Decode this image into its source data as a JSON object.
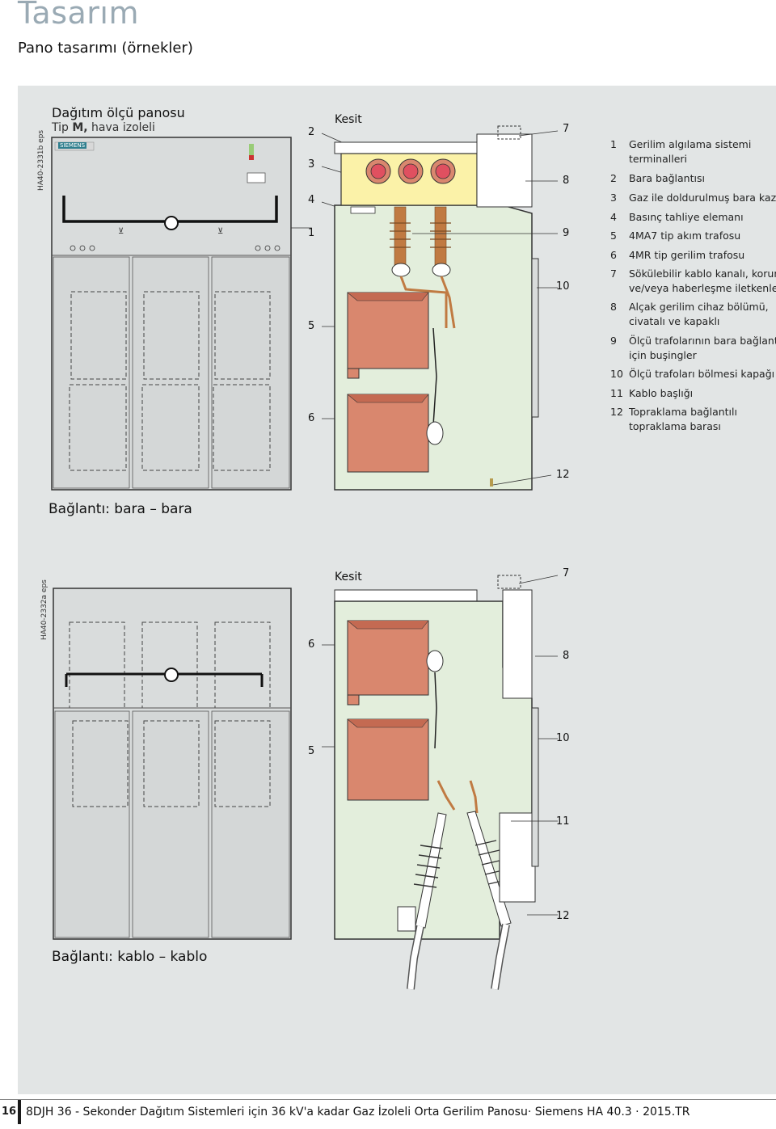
{
  "header": {
    "title": "Tasarım",
    "subtitle": "Pano tasarımı (örnekler)"
  },
  "diagram1": {
    "title": "Dağıtım ölçü panosu",
    "type_prefix": "Tip ",
    "type_bold": "M,",
    "type_suffix": " hava izoleli",
    "file_label": "HA40-2331b eps",
    "brand": "SIEMENS",
    "section_label": "Kesit",
    "caption": "Bağlantı: bara – bara",
    "callouts_left": [
      "2",
      "3",
      "4",
      "1",
      "5",
      "6"
    ],
    "callouts_right": [
      "7",
      "8",
      "9",
      "10",
      "12"
    ]
  },
  "diagram2": {
    "file_label": "HA40-2332a eps",
    "section_label": "Kesit",
    "caption": "Bağlantı: kablo – kablo",
    "callouts_left": [
      "6",
      "5"
    ],
    "callouts_right": [
      "7",
      "8",
      "10",
      "11",
      "12"
    ]
  },
  "legend": [
    {
      "num": "1",
      "text": "Gerilim algılama sistemi terminalleri"
    },
    {
      "num": "2",
      "text": "Bara bağlantısı"
    },
    {
      "num": "3",
      "text": "Gaz ile doldurulmuş bara kazanı"
    },
    {
      "num": "4",
      "text": "Basınç tahliye elemanı"
    },
    {
      "num": "5",
      "text": "4MA7 tip akım trafosu"
    },
    {
      "num": "6",
      "text": "4MR tip gerilim trafosu"
    },
    {
      "num": "7",
      "text": "Sökülebilir kablo kanalı, koruma ve/veya haberleşme iletkenleri"
    },
    {
      "num": "8",
      "text": "Alçak gerilim cihaz bölümü, civatalı ve kapaklı"
    },
    {
      "num": "9",
      "text": "Ölçü trafolarının bara bağlantısı için buşingler"
    },
    {
      "num": "10",
      "text": "Ölçü trafoları bölmesi kapağı"
    },
    {
      "num": "11",
      "text": "Kablo başlığı"
    },
    {
      "num": "12",
      "text": "Topraklama bağlantılı topraklama barası"
    }
  ],
  "footer": {
    "page": "16",
    "text": "8DJH 36 - Sekonder Dağıtım Sistemleri için 36 kV'a kadar Gaz İzoleli Orta Gerilim Panosu· Siemens HA 40.3 · 2015.TR"
  },
  "colors": {
    "panel_bg": "#e2e5e5",
    "front_fill": "#d9dcdc",
    "section_fill": "#e3eedc",
    "busbar_tank": "#fbf2a8",
    "transformer": "#d9876e",
    "copper": "#c07a42",
    "bushing_ring": "#e05060"
  }
}
